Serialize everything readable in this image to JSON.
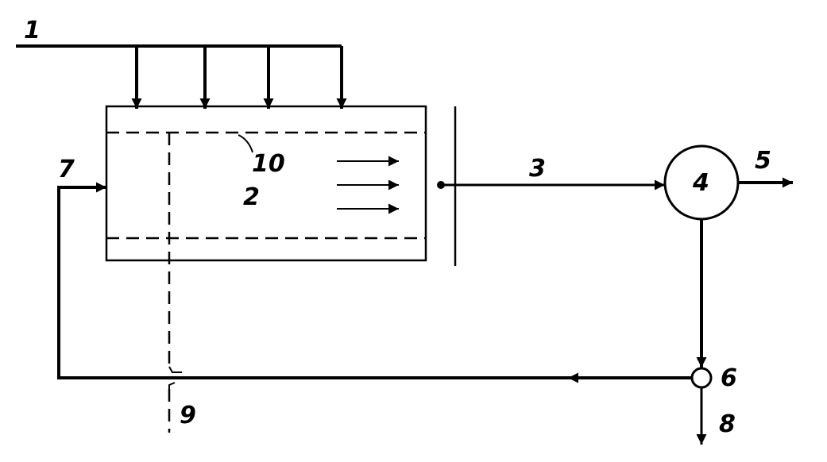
{
  "diagram": {
    "labels": {
      "l1": "1",
      "l2": "2",
      "l3": "3",
      "l4": "4",
      "l5": "5",
      "l6": "6",
      "l7": "7",
      "l8": "8",
      "l9": "9",
      "l10": "10"
    },
    "colors": {
      "ink": "#000000",
      "paper": "#ffffff"
    }
  }
}
